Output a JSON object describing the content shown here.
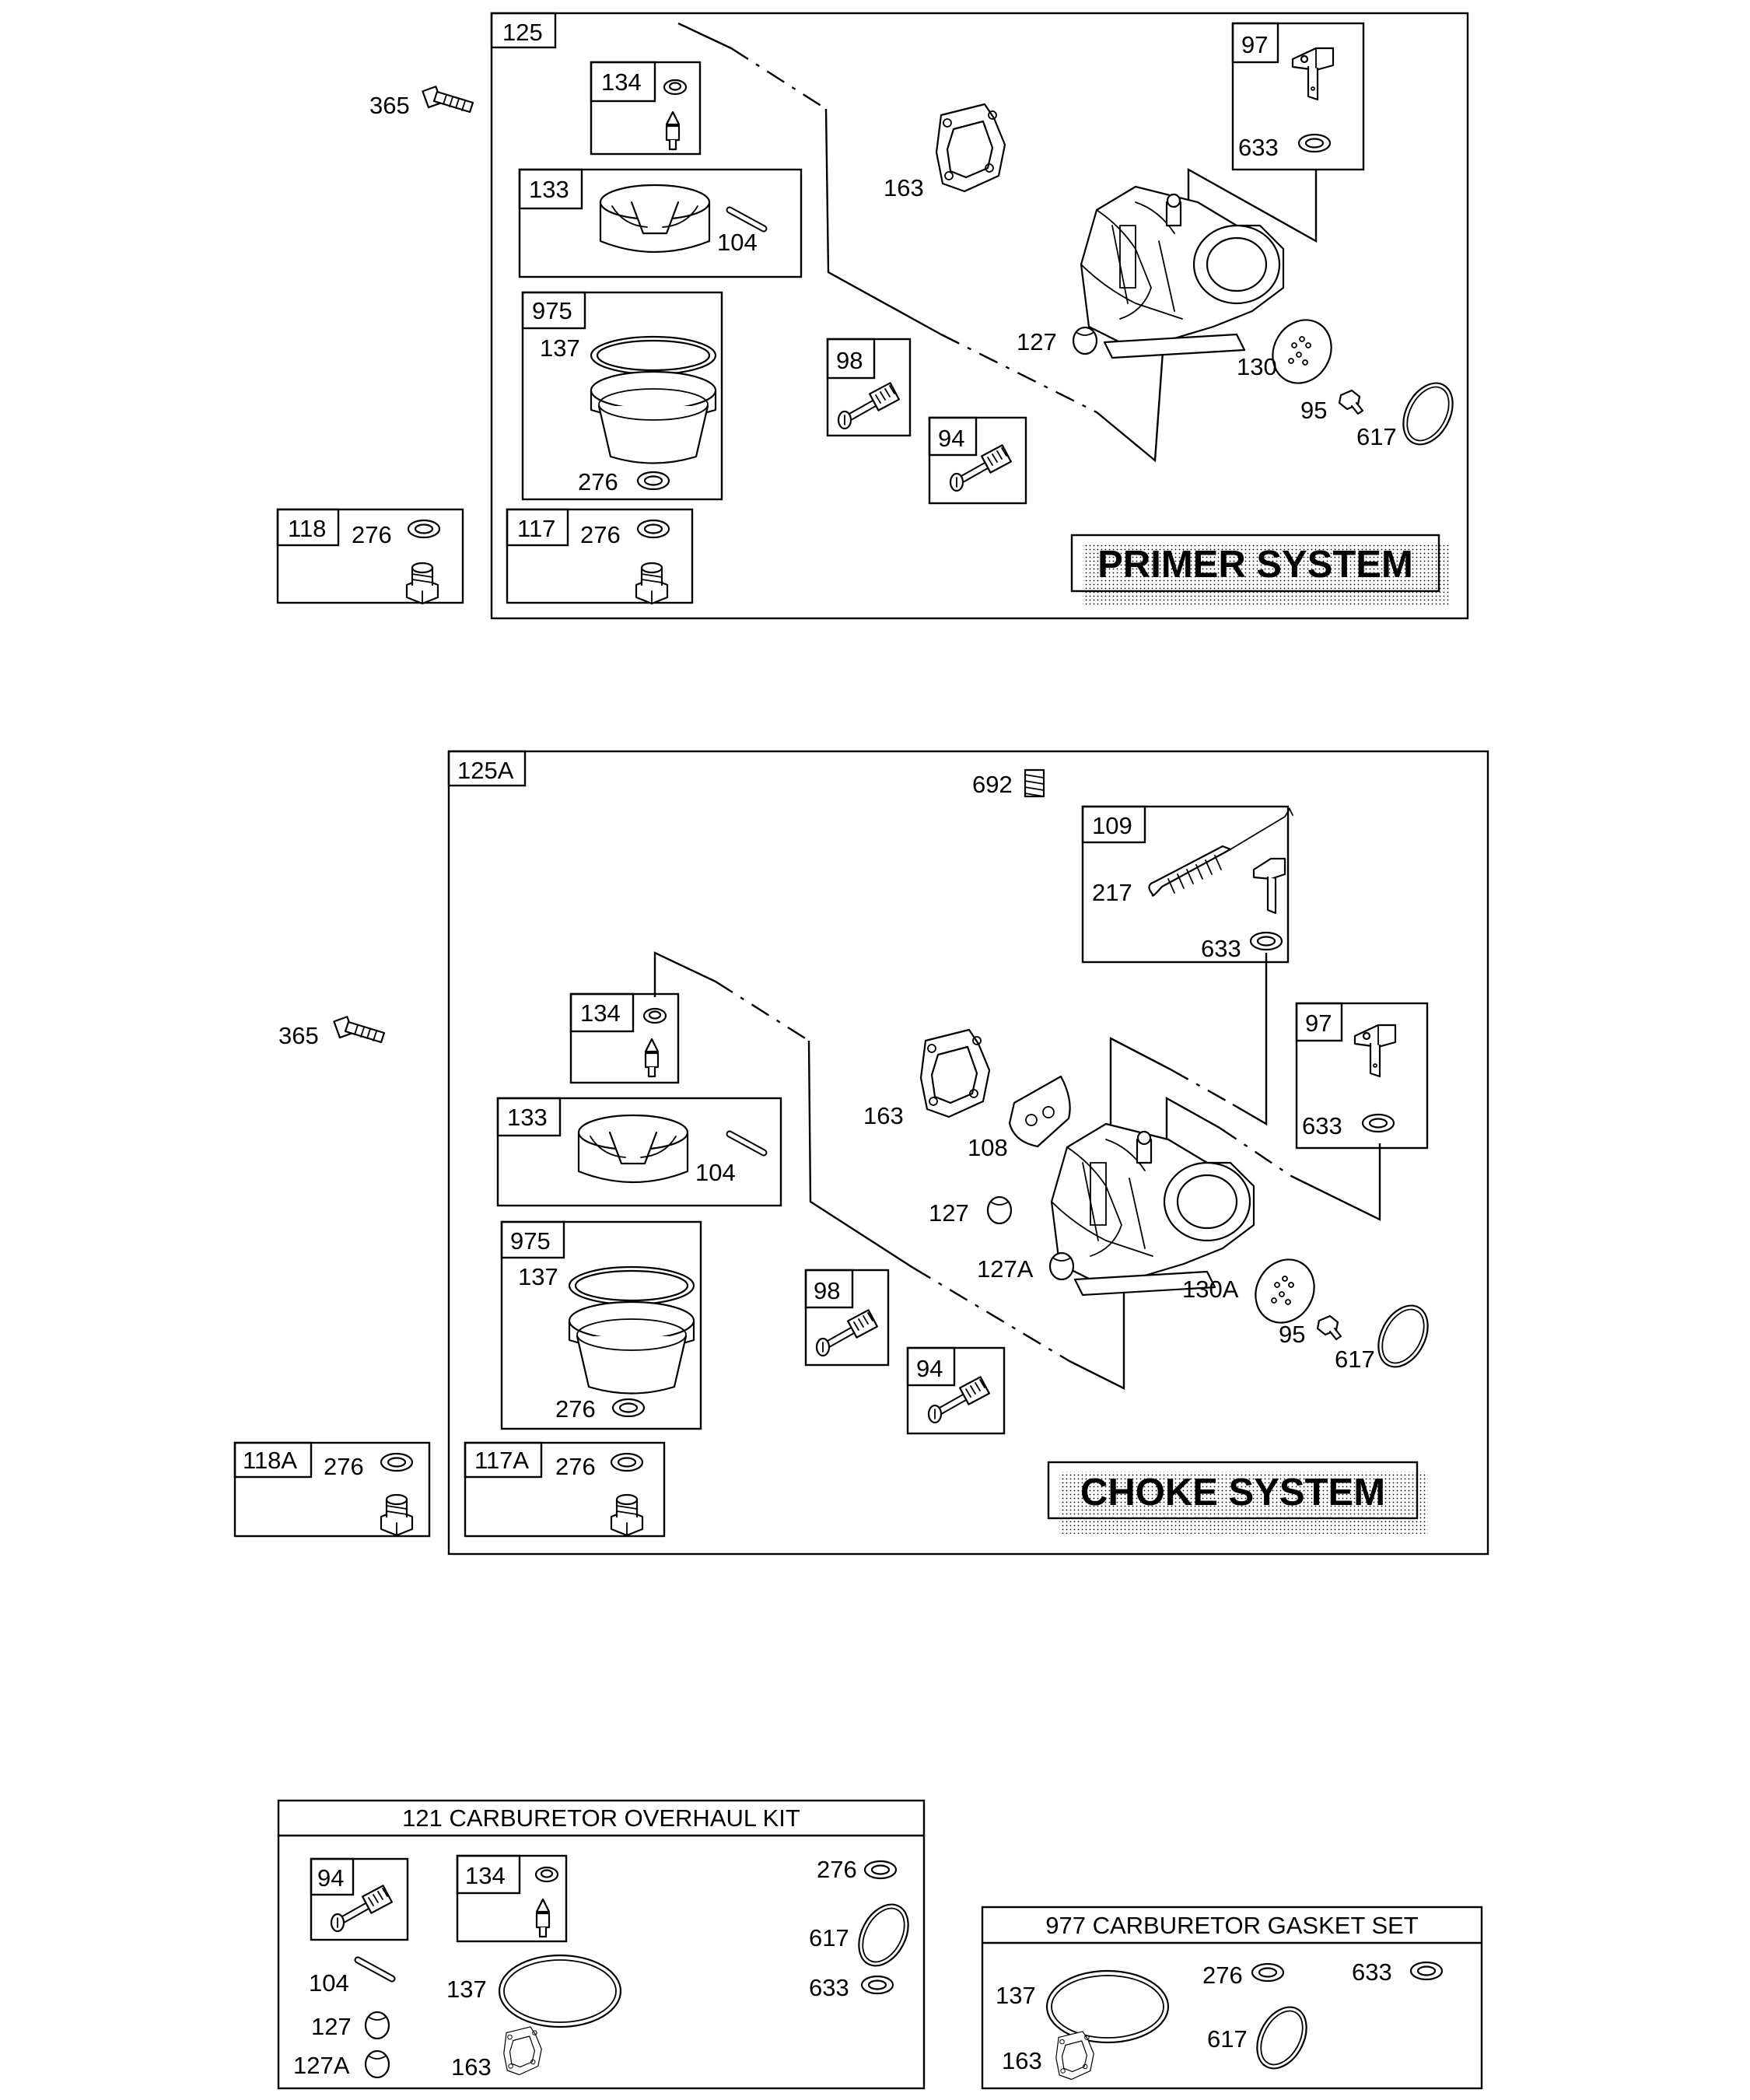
{
  "primer": {
    "title": "PRIMER SYSTEM",
    "refs": {
      "r125": "125",
      "r134": "134",
      "r133": "133",
      "r104": "104",
      "r975": "975",
      "r137": "137",
      "r276a": "276",
      "r97": "97",
      "r633": "633",
      "r163": "163",
      "r127": "127",
      "r130": "130",
      "r98": "98",
      "r94": "94",
      "r95": "95",
      "r617": "617",
      "r365": "365",
      "r118": "118",
      "r276b": "276",
      "r117": "117",
      "r276c": "276"
    }
  },
  "choke": {
    "title": "CHOKE SYSTEM",
    "refs": {
      "r125A": "125A",
      "r692": "692",
      "r109": "109",
      "r217": "217",
      "r633a": "633",
      "r134": "134",
      "r365": "365",
      "r97": "97",
      "r633b": "633",
      "r163": "163",
      "r108": "108",
      "r133": "133",
      "r104": "104",
      "r127": "127",
      "r127A": "127A",
      "r975": "975",
      "r137": "137",
      "r98": "98",
      "r130A": "130A",
      "r95": "95",
      "r617": "617",
      "r94": "94",
      "r276a": "276",
      "r118A": "118A",
      "r276b": "276",
      "r117A": "117A",
      "r276c": "276"
    }
  },
  "overhaul_kit": {
    "title": "121 CARBURETOR OVERHAUL KIT",
    "refs": {
      "r94": "94",
      "r134": "134",
      "r276": "276",
      "r617": "617",
      "r104": "104",
      "r137": "137",
      "r633": "633",
      "r127": "127",
      "r127A": "127A",
      "r163": "163"
    }
  },
  "gasket_set": {
    "title": "977 CARBURETOR GASKET SET",
    "refs": {
      "r137": "137",
      "r276": "276",
      "r633": "633",
      "r617": "617",
      "r163": "163"
    }
  }
}
